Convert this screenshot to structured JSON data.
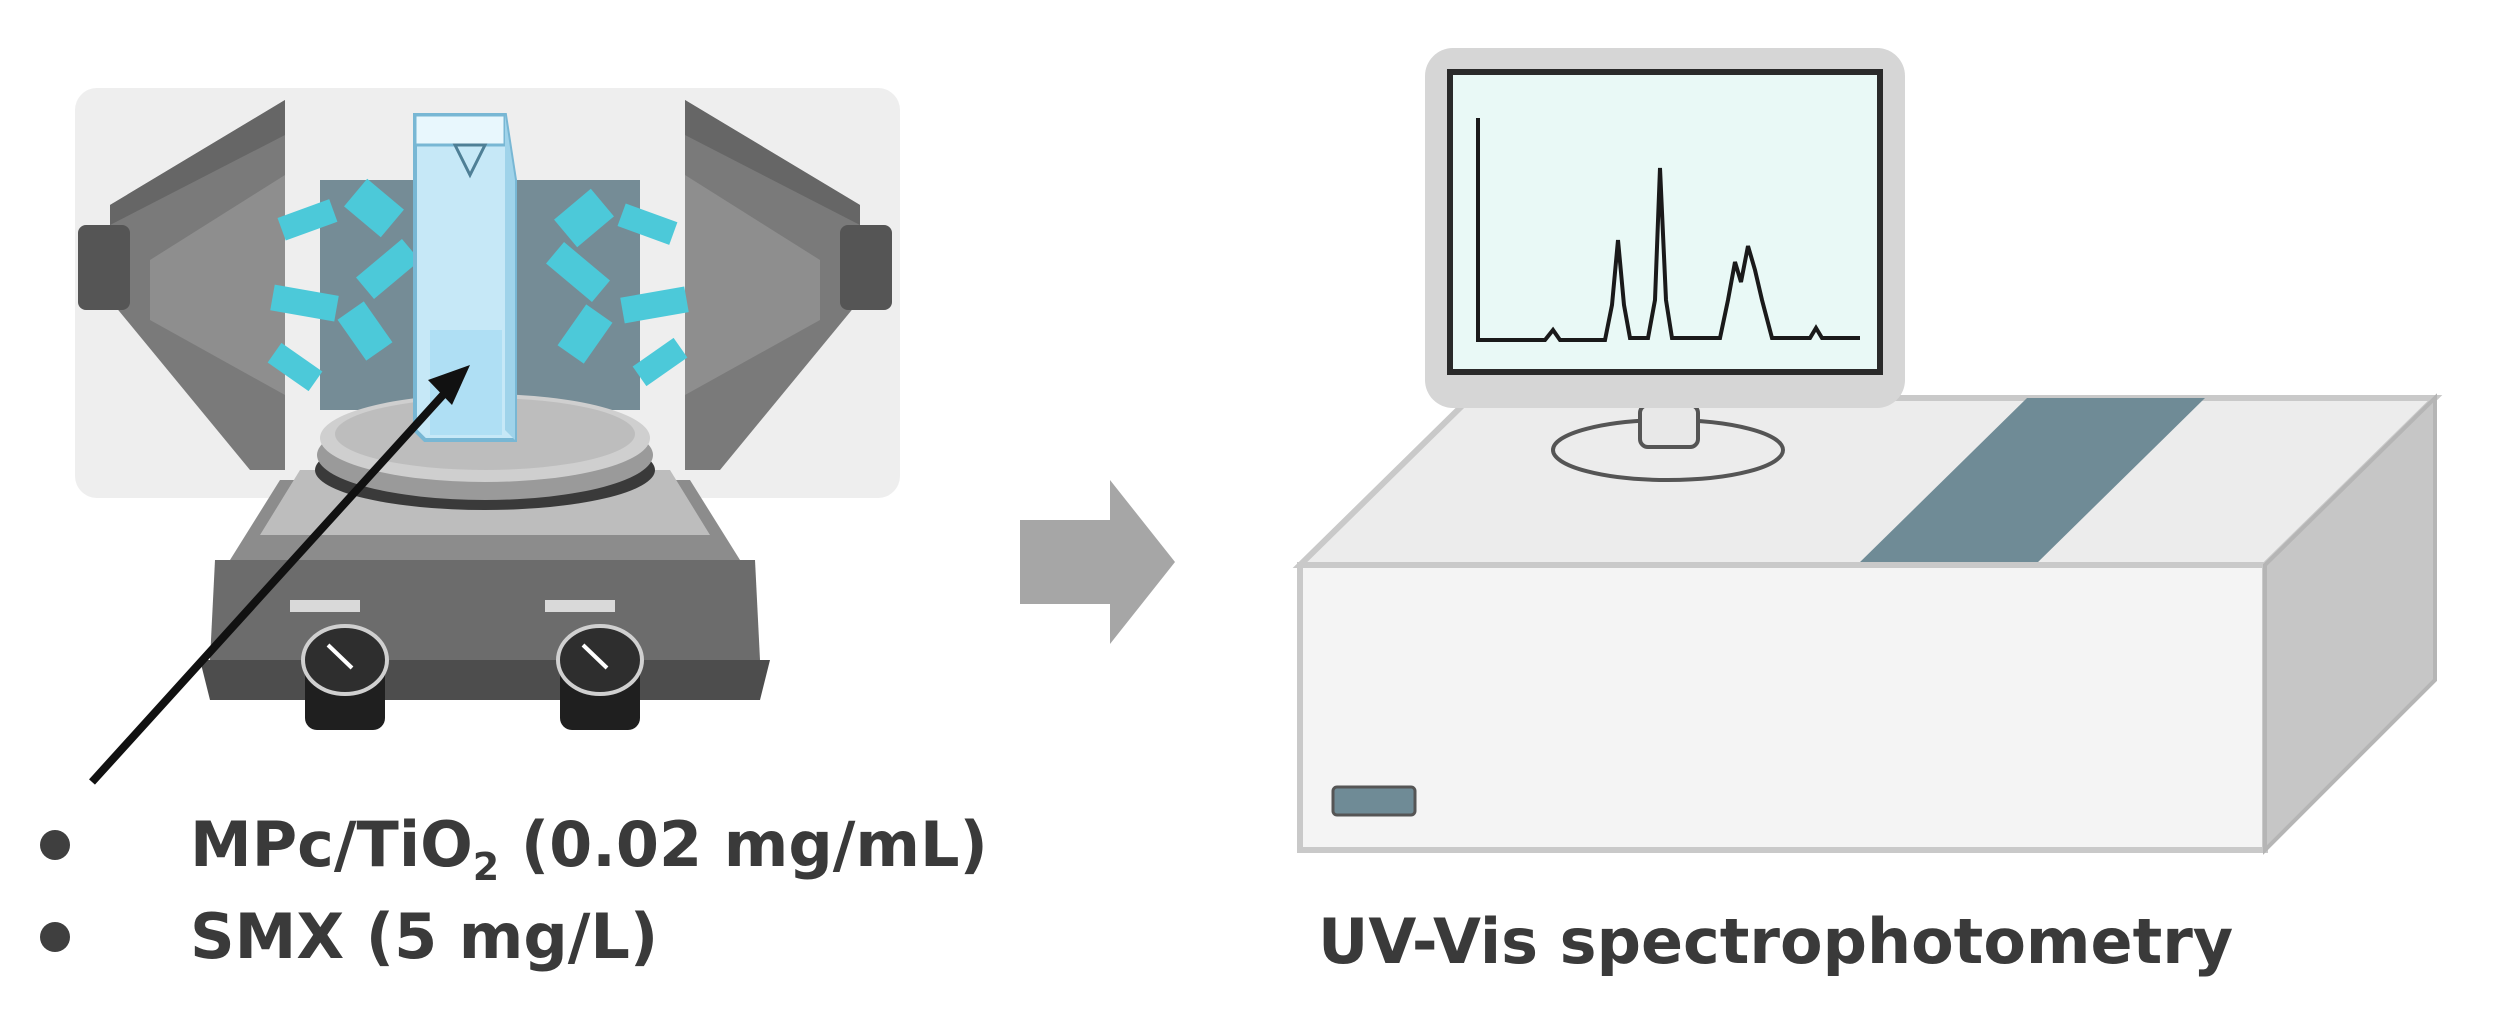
{
  "bullets": [
    {
      "prefix": "MPc/TiO",
      "sub": "2",
      "suffix": " (0.02 mg/mL)"
    },
    {
      "prefix": "SMX (5 mg/L)",
      "sub": "",
      "suffix": ""
    }
  ],
  "instrument_caption": "UV-Vis spectrophotometry",
  "colors": {
    "light_particles": "#4cc9d9",
    "lamp_panel": "#5f7a86",
    "photoreactor_box": "#eeeeee",
    "cuvette": "#c6e8f7",
    "screen_bg": "#e9f9f6",
    "instrument_stripe": "#6f8b96",
    "arrow": "#a6a6a6",
    "text": "#3a3a3a"
  },
  "icons": {
    "reactor": "photoreactor-with-stirrer-icon",
    "flow": "right-arrow-icon",
    "instrument": "spectrophotometer-icon"
  }
}
